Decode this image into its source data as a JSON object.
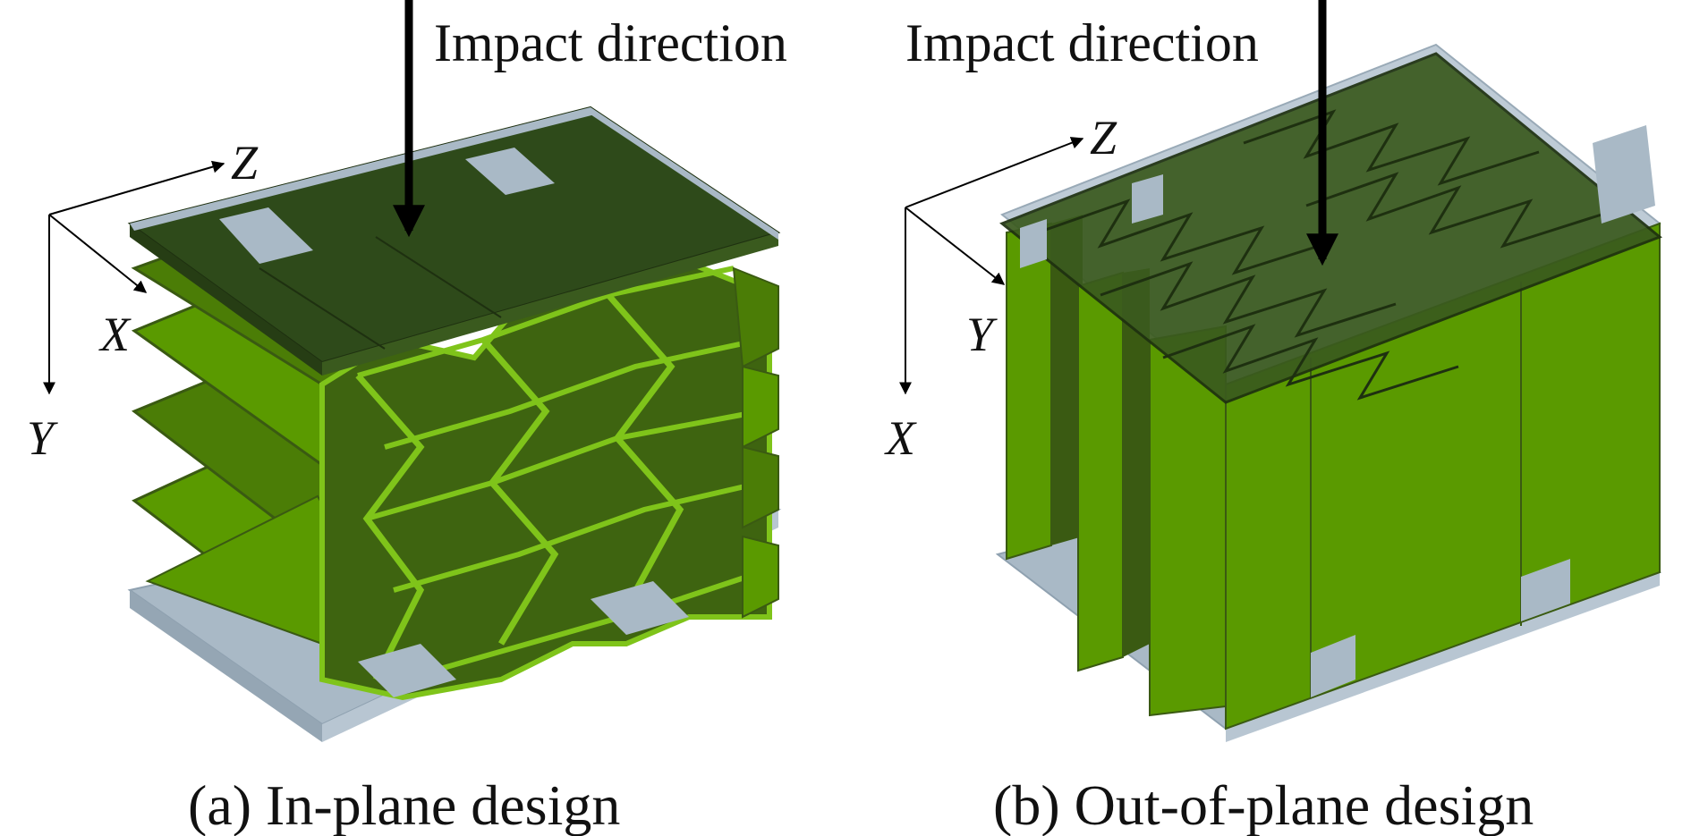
{
  "panels": [
    {
      "impact_label": "Impact direction",
      "axes": {
        "horizontal": "Z",
        "diagonal": "X",
        "vertical": "Y"
      },
      "caption": "(a) In-plane design"
    },
    {
      "impact_label": "Impact direction",
      "axes": {
        "horizontal": "Z",
        "diagonal": "Y",
        "vertical": "X"
      },
      "caption": "(b) Out-of-plane design"
    }
  ],
  "colors": {
    "plate": "#a9b9c6",
    "plate_edge": "#8fa1b0",
    "top_plate": "#2e4a1a",
    "core_bright": "#5a9a00",
    "core_mid": "#4b7d06",
    "core_dark": "#3a5a12",
    "core_edge": "#7fc41a",
    "arrow": "#000000"
  }
}
